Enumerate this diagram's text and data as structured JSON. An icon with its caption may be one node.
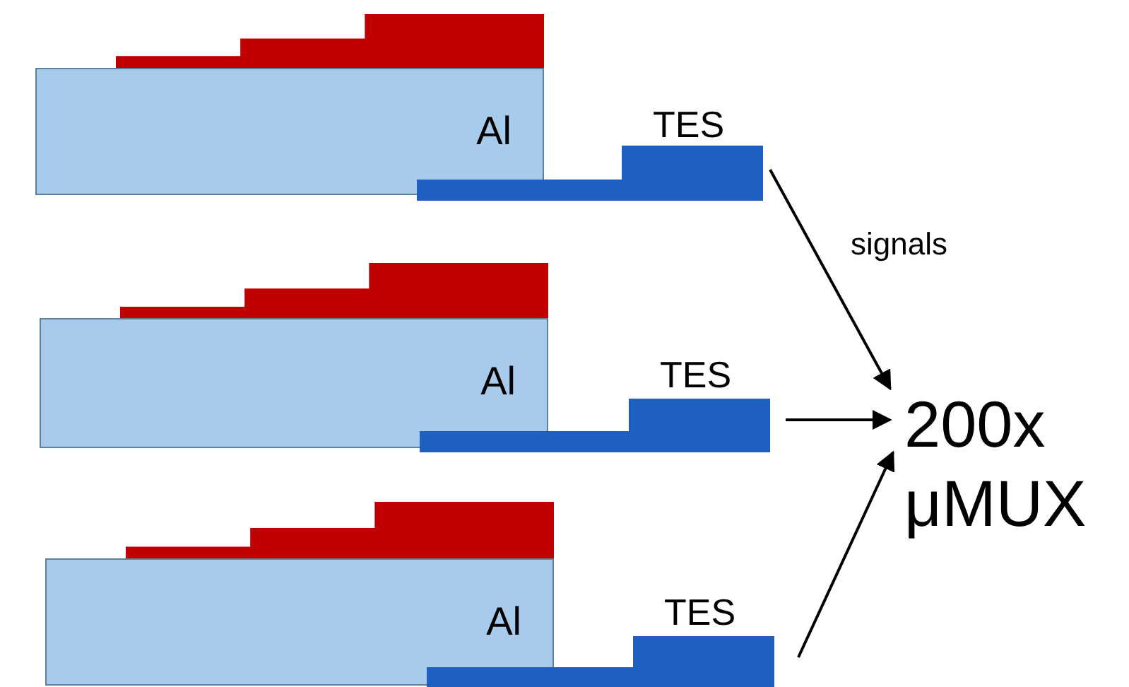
{
  "diagram": {
    "nodes": [
      {
        "text": [
          "Al"
        ]
      },
      {
        "text": [
          "TES"
        ]
      },
      {
        "text": [
          "Al"
        ]
      },
      {
        "text": [
          "TES"
        ]
      },
      {
        "text": [
          "Al"
        ]
      },
      {
        "text": [
          "TES"
        ]
      },
      {
        "text": [
          "200x μMUX"
        ]
      }
    ],
    "edges": [
      {
        "from": 1,
        "to": 6,
        "arrow": "to",
        "label": "signals"
      },
      {
        "from": 3,
        "to": 6,
        "arrow": "to"
      },
      {
        "from": 5,
        "to": 6,
        "arrow": "to"
      }
    ]
  }
}
